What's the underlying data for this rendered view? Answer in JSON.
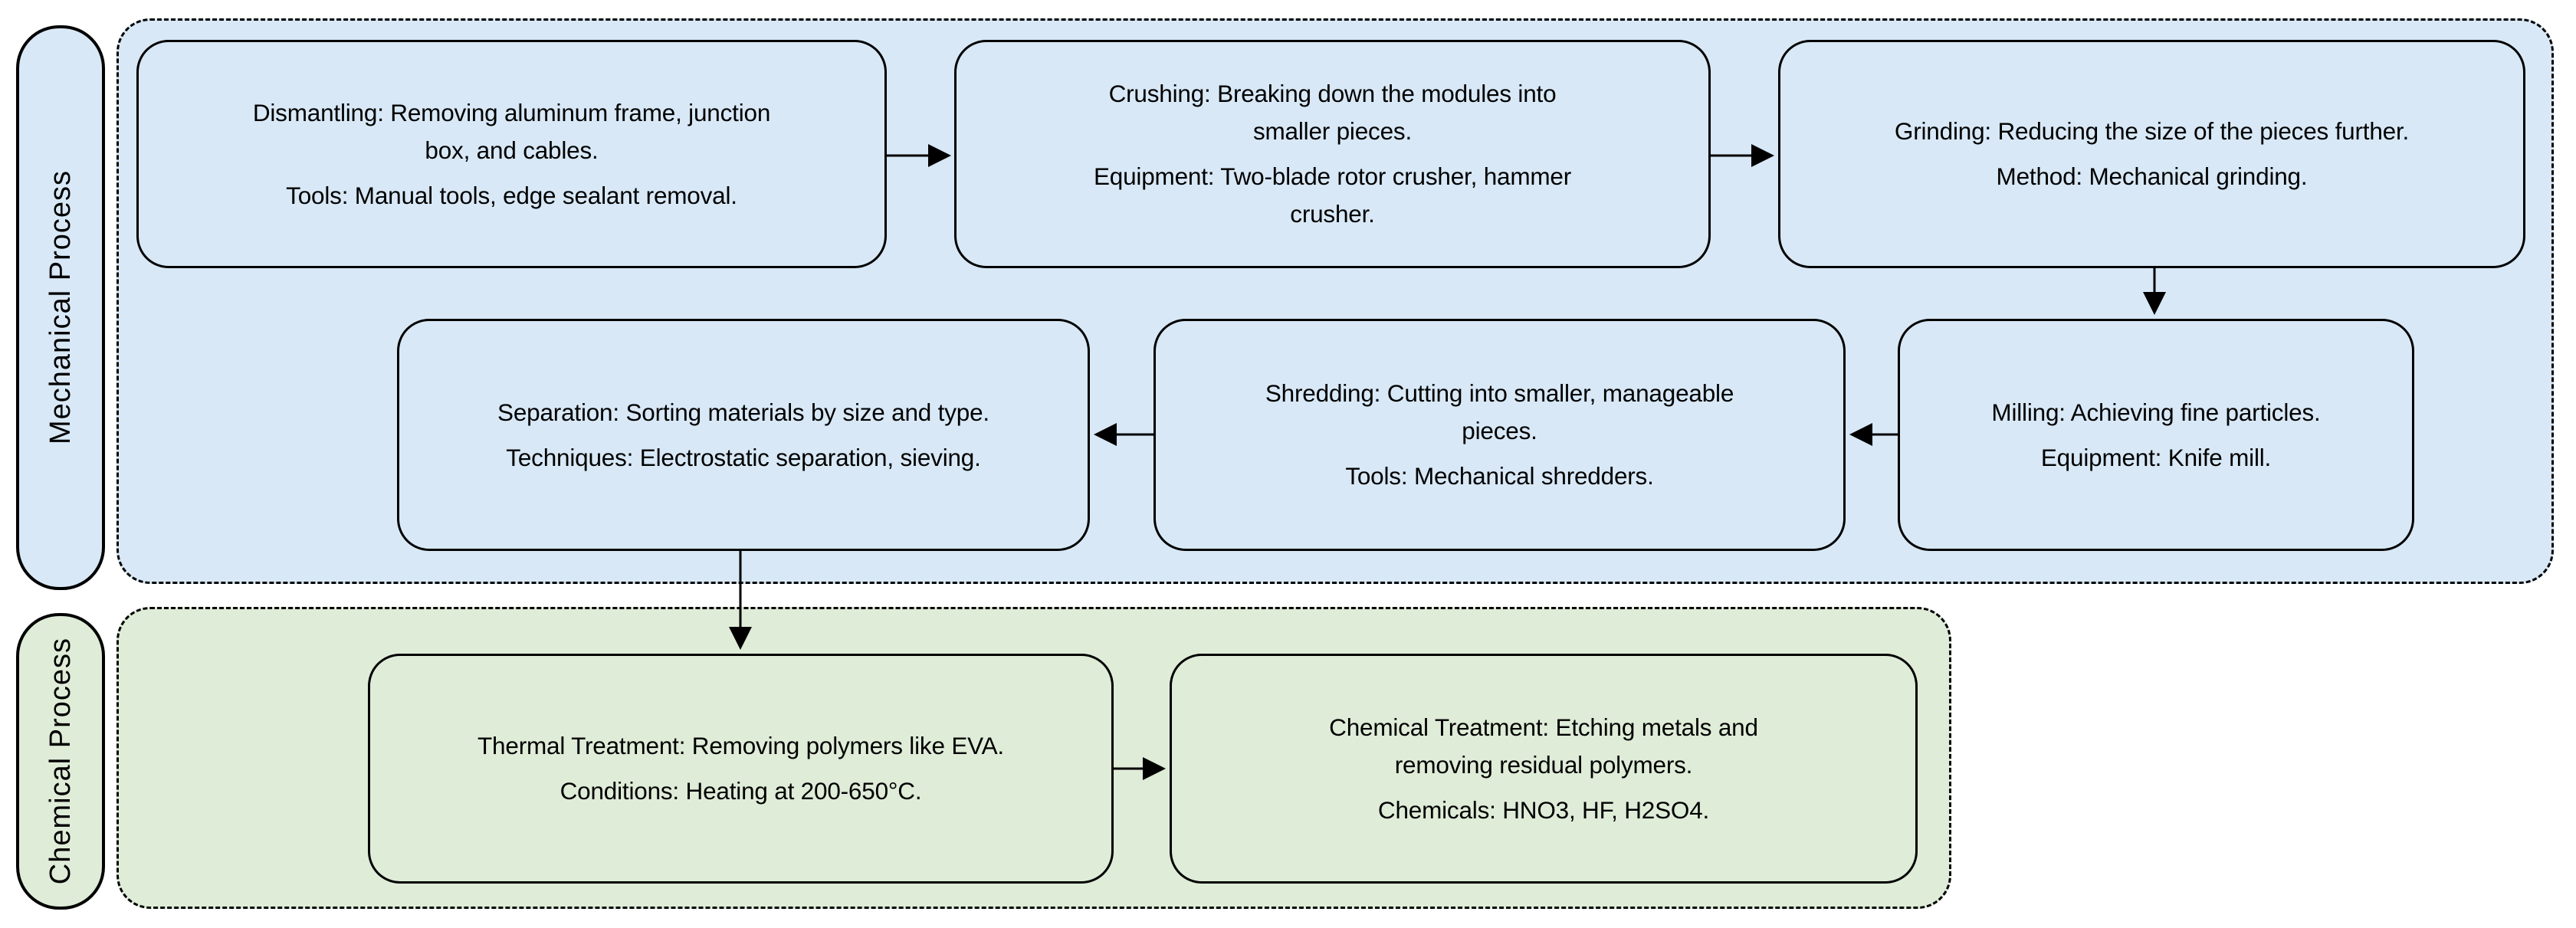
{
  "colors": {
    "mechanical_fill": "#d8e8f6",
    "chemical_fill": "#dfecd8",
    "line": "#000000"
  },
  "sections": {
    "mechanical": {
      "label": "Mechanical Process"
    },
    "chemical": {
      "label": "Chemical Process"
    }
  },
  "boxes": {
    "dismantling": {
      "lines": [
        "Dismantling: Removing aluminum frame, junction",
        "box, and cables.",
        "Tools: Manual tools, edge sealant removal."
      ]
    },
    "crushing": {
      "lines": [
        "Crushing: Breaking down the modules into",
        "smaller pieces.",
        "Equipment: Two-blade rotor crusher, hammer",
        "crusher."
      ]
    },
    "grinding": {
      "lines": [
        "Grinding: Reducing the size of the pieces further.",
        "Method: Mechanical grinding."
      ]
    },
    "milling": {
      "lines": [
        "Milling: Achieving fine particles.",
        "Equipment: Knife mill."
      ]
    },
    "shredding": {
      "lines": [
        "Shredding: Cutting into smaller, manageable",
        "pieces.",
        "Tools: Mechanical shredders."
      ]
    },
    "separation": {
      "lines": [
        "Separation: Sorting materials by size and type.",
        "Techniques: Electrostatic separation, sieving."
      ]
    },
    "thermal_treatment": {
      "lines": [
        "Thermal Treatment: Removing polymers like EVA.",
        "Conditions: Heating at 200-650°C."
      ]
    },
    "chemical_treatment": {
      "lines": [
        "Chemical Treatment: Etching metals and",
        "removing residual polymers.",
        "Chemicals: HNO3, HF, H2SO4."
      ]
    }
  },
  "flow": [
    {
      "from": "Dismantling",
      "to": "Crushing"
    },
    {
      "from": "Crushing",
      "to": "Grinding"
    },
    {
      "from": "Grinding",
      "to": "Milling"
    },
    {
      "from": "Milling",
      "to": "Shredding"
    },
    {
      "from": "Shredding",
      "to": "Separation"
    },
    {
      "from": "Separation",
      "to": "Thermal Treatment"
    },
    {
      "from": "Thermal Treatment",
      "to": "Chemical Treatment"
    }
  ]
}
